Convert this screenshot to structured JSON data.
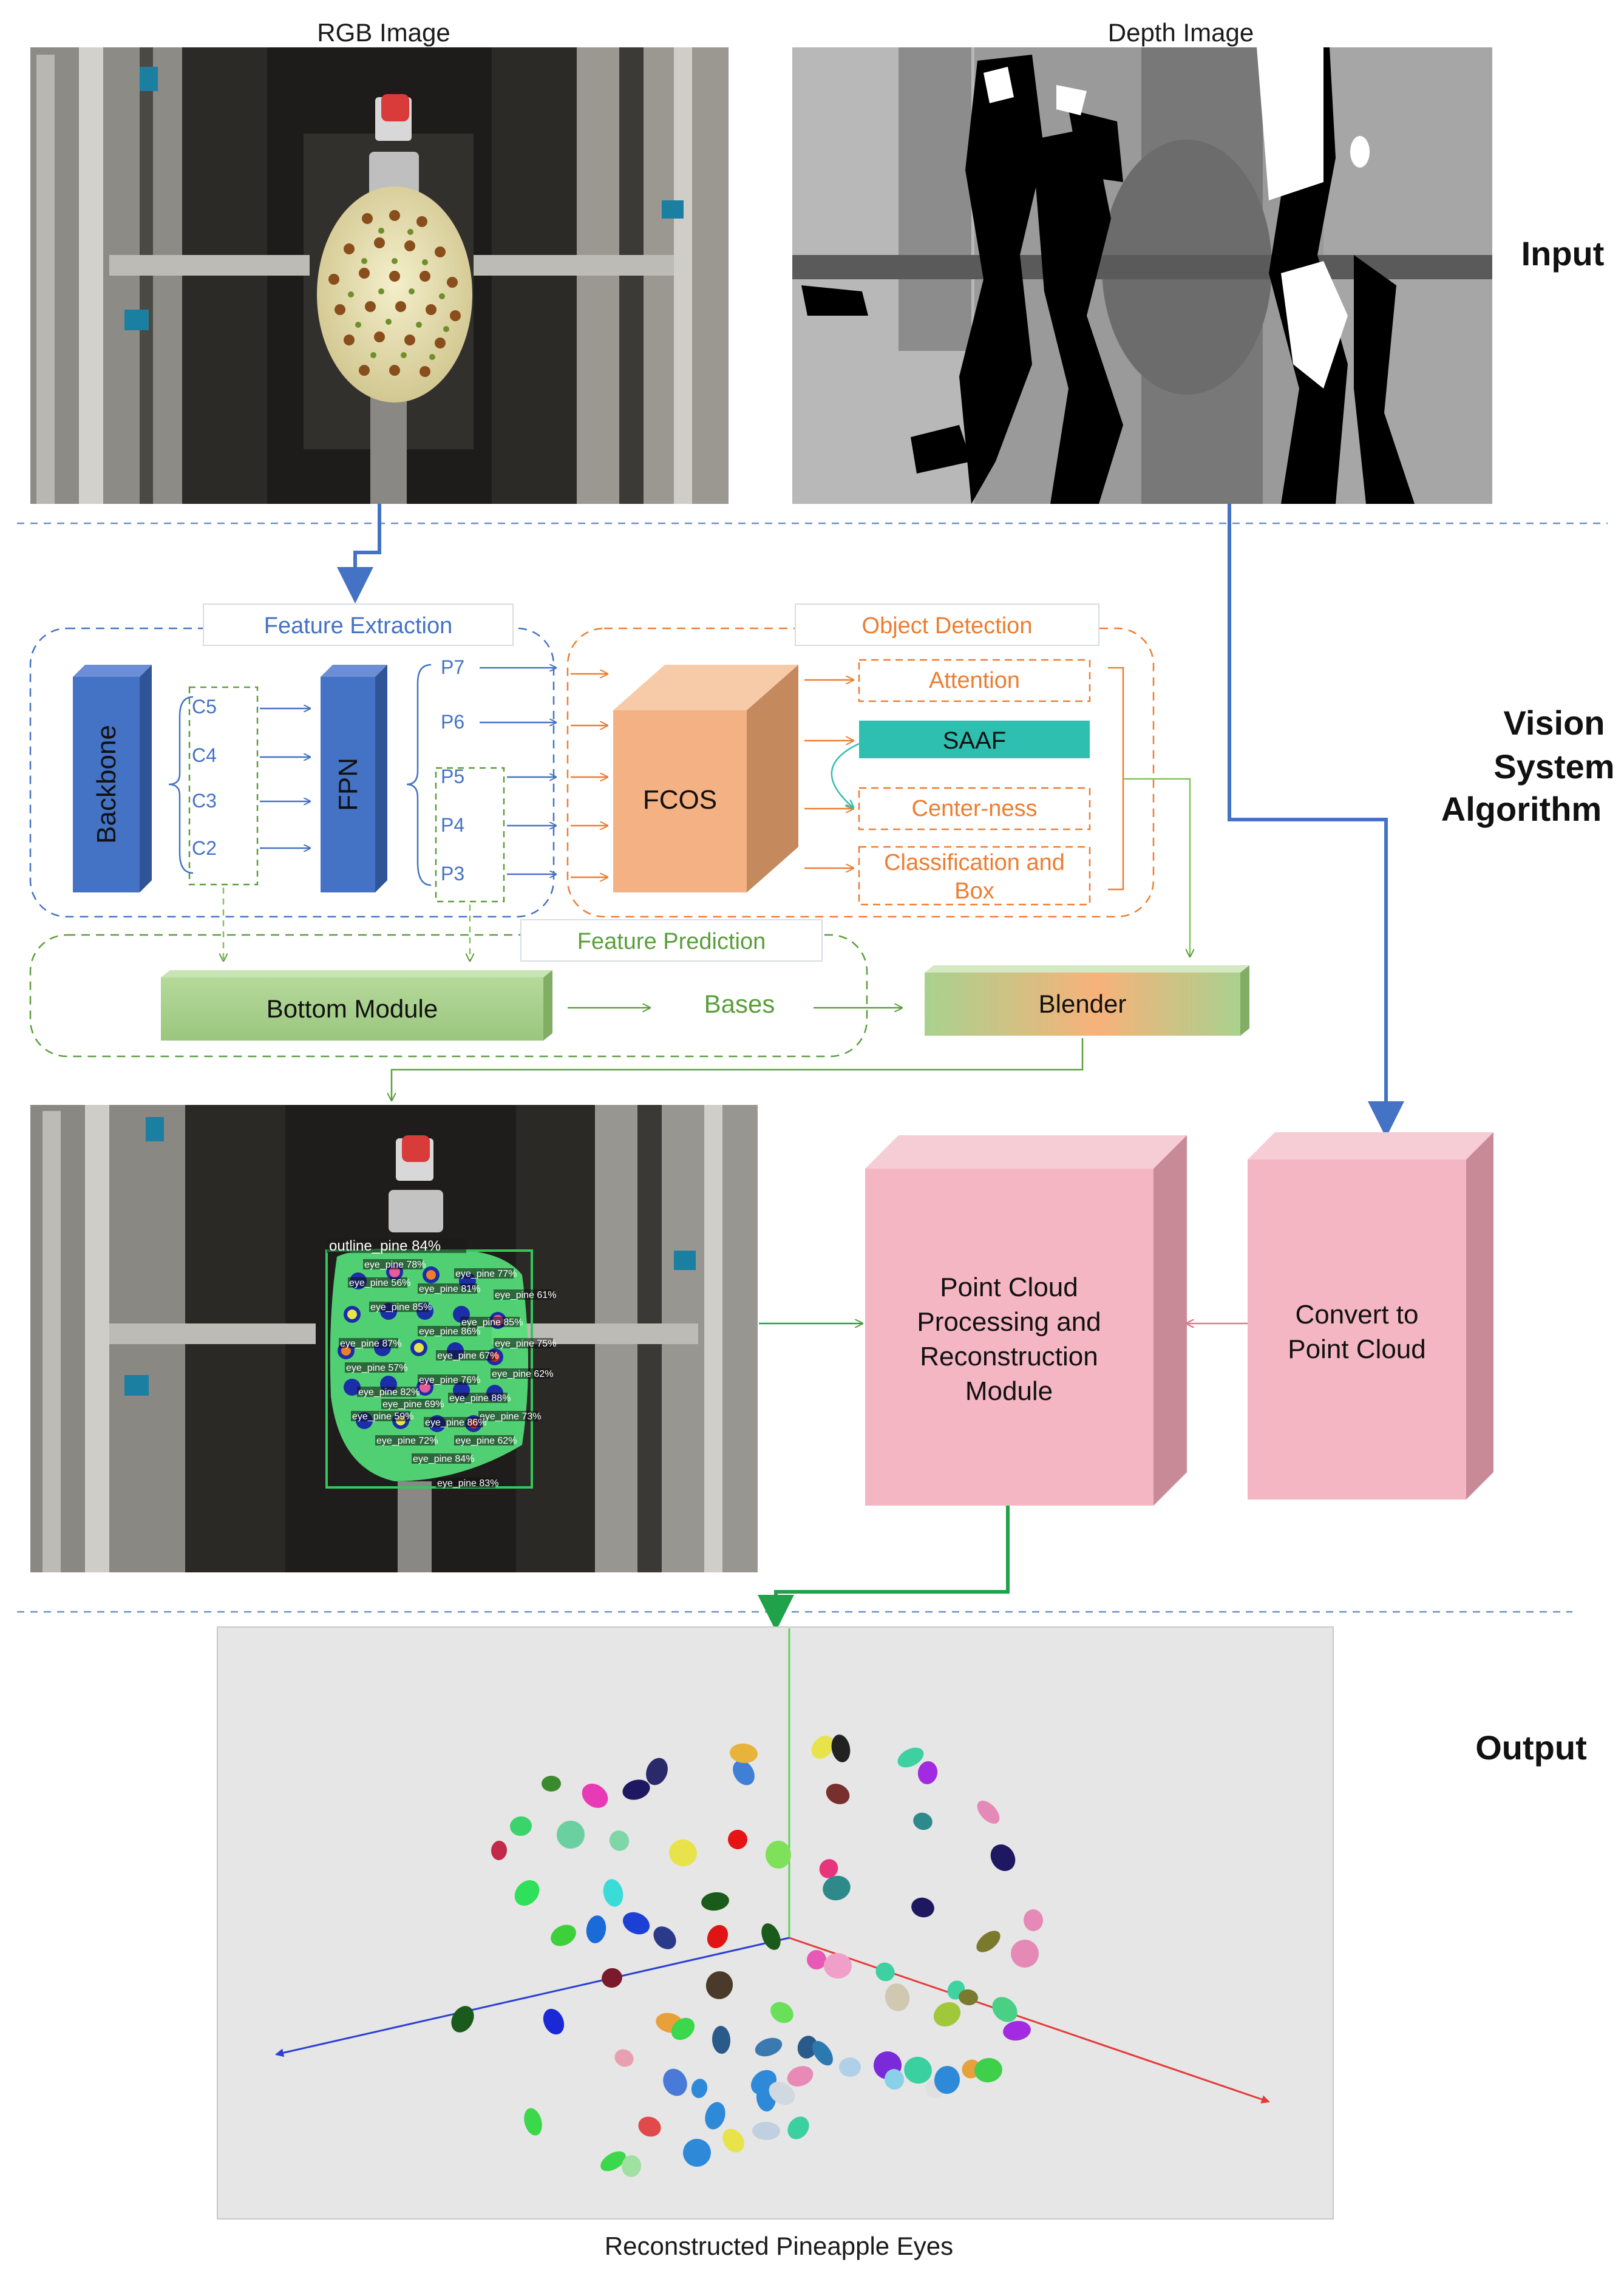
{
  "input": {
    "rgb_caption": "RGB Image",
    "depth_caption": "Depth Image",
    "section_label": "Input"
  },
  "algorithm": {
    "section_label_lines": [
      "Vision",
      "System",
      "Algorithm"
    ],
    "feature_extraction": {
      "title": "Feature Extraction",
      "backbone": "Backbone",
      "fpn": "FPN",
      "c_levels": [
        "C5",
        "C4",
        "C3",
        "C2"
      ],
      "p_levels": [
        "P7",
        "P6",
        "P5",
        "P4",
        "P3"
      ]
    },
    "object_detection": {
      "title": "Object Detection",
      "fcos": "FCOS",
      "attention": "Attention",
      "saaf": "SAAF",
      "centerness": "Center-ness",
      "classification_lines": [
        "Classification and",
        "Box"
      ]
    },
    "feature_prediction": {
      "title": "Feature Prediction",
      "bottom_module": "Bottom Module",
      "bases": "Bases",
      "blender": "Blender"
    }
  },
  "detection_result": {
    "outline_label": "outline_pine 84%",
    "eye_labels": [
      "eye_pine 78%",
      "eye_pine 77%",
      "eye_pine 56%",
      "eye_pine 81%",
      "eye_pine 61%",
      "eye_pine 85%",
      "eye_pine 85%",
      "eye_pine 87%",
      "eye_pine 86%",
      "eye_pine 75%",
      "eye_pine 67%",
      "eye_pine 57%",
      "eye_pine 62%",
      "eye_pine 76%",
      "eye_pine 82%",
      "eye_pine 88%",
      "eye_pine 69%",
      "eye_pine 73%",
      "eye_pine 59%",
      "eye_pine 86%",
      "eye_pine 72%",
      "eye_pine 62%",
      "eye_pine 84%",
      "eye_pine 83%"
    ]
  },
  "processing": {
    "point_cloud_lines": [
      "Point Cloud",
      "Processing and",
      "Reconstruction",
      "Module"
    ],
    "convert_lines": [
      "Convert to",
      "Point Cloud"
    ]
  },
  "output": {
    "section_label": "Output",
    "caption": "Reconstructed Pineapple Eyes"
  },
  "colors": {
    "blue_arrow": "#4472c4",
    "green_arrow": "#1fa24a",
    "orange": "#ed7d31",
    "backbone_blue": "#4472c4",
    "fcos_orange": "#f4b183",
    "saaf_teal": "#2ebfb1",
    "green_module": "#a9d18e",
    "pink_module": "#f4b6c2"
  }
}
